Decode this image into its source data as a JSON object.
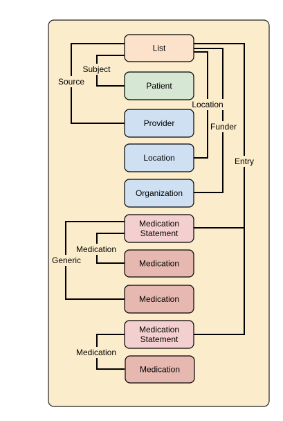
{
  "colors": {
    "container_fill": "#fbeccb",
    "container_stroke": "#222222",
    "orange": "#fce2cb",
    "green": "#d6e8d3",
    "blue": "#cfe0f3",
    "pink": "#f4cfcf",
    "rose": "#e6b8b0",
    "line": "#000000"
  },
  "nodes": [
    {
      "id": "list",
      "lines": [
        "List"
      ],
      "color": "orange"
    },
    {
      "id": "patient",
      "lines": [
        "Patient"
      ],
      "color": "green"
    },
    {
      "id": "provider",
      "lines": [
        "Provider"
      ],
      "color": "blue"
    },
    {
      "id": "location",
      "lines": [
        "Location"
      ],
      "color": "blue"
    },
    {
      "id": "organization",
      "lines": [
        "Organization"
      ],
      "color": "blue"
    },
    {
      "id": "medstatement1",
      "lines": [
        "Medication",
        "Statement"
      ],
      "color": "pink"
    },
    {
      "id": "medication1",
      "lines": [
        "Medication"
      ],
      "color": "rose"
    },
    {
      "id": "medication2",
      "lines": [
        "Medication"
      ],
      "color": "rose"
    },
    {
      "id": "medstatement2",
      "lines": [
        "Medication",
        "Statement"
      ],
      "color": "pink"
    },
    {
      "id": "medication3",
      "lines": [
        "Medication"
      ],
      "color": "rose"
    }
  ],
  "edge_labels": {
    "subject": "Subject",
    "source": "Source",
    "location": "Location",
    "funder": "Funder",
    "entry": "Entry",
    "medication_a": "Medication",
    "generic": "Generic",
    "medication_b": "Medication"
  }
}
